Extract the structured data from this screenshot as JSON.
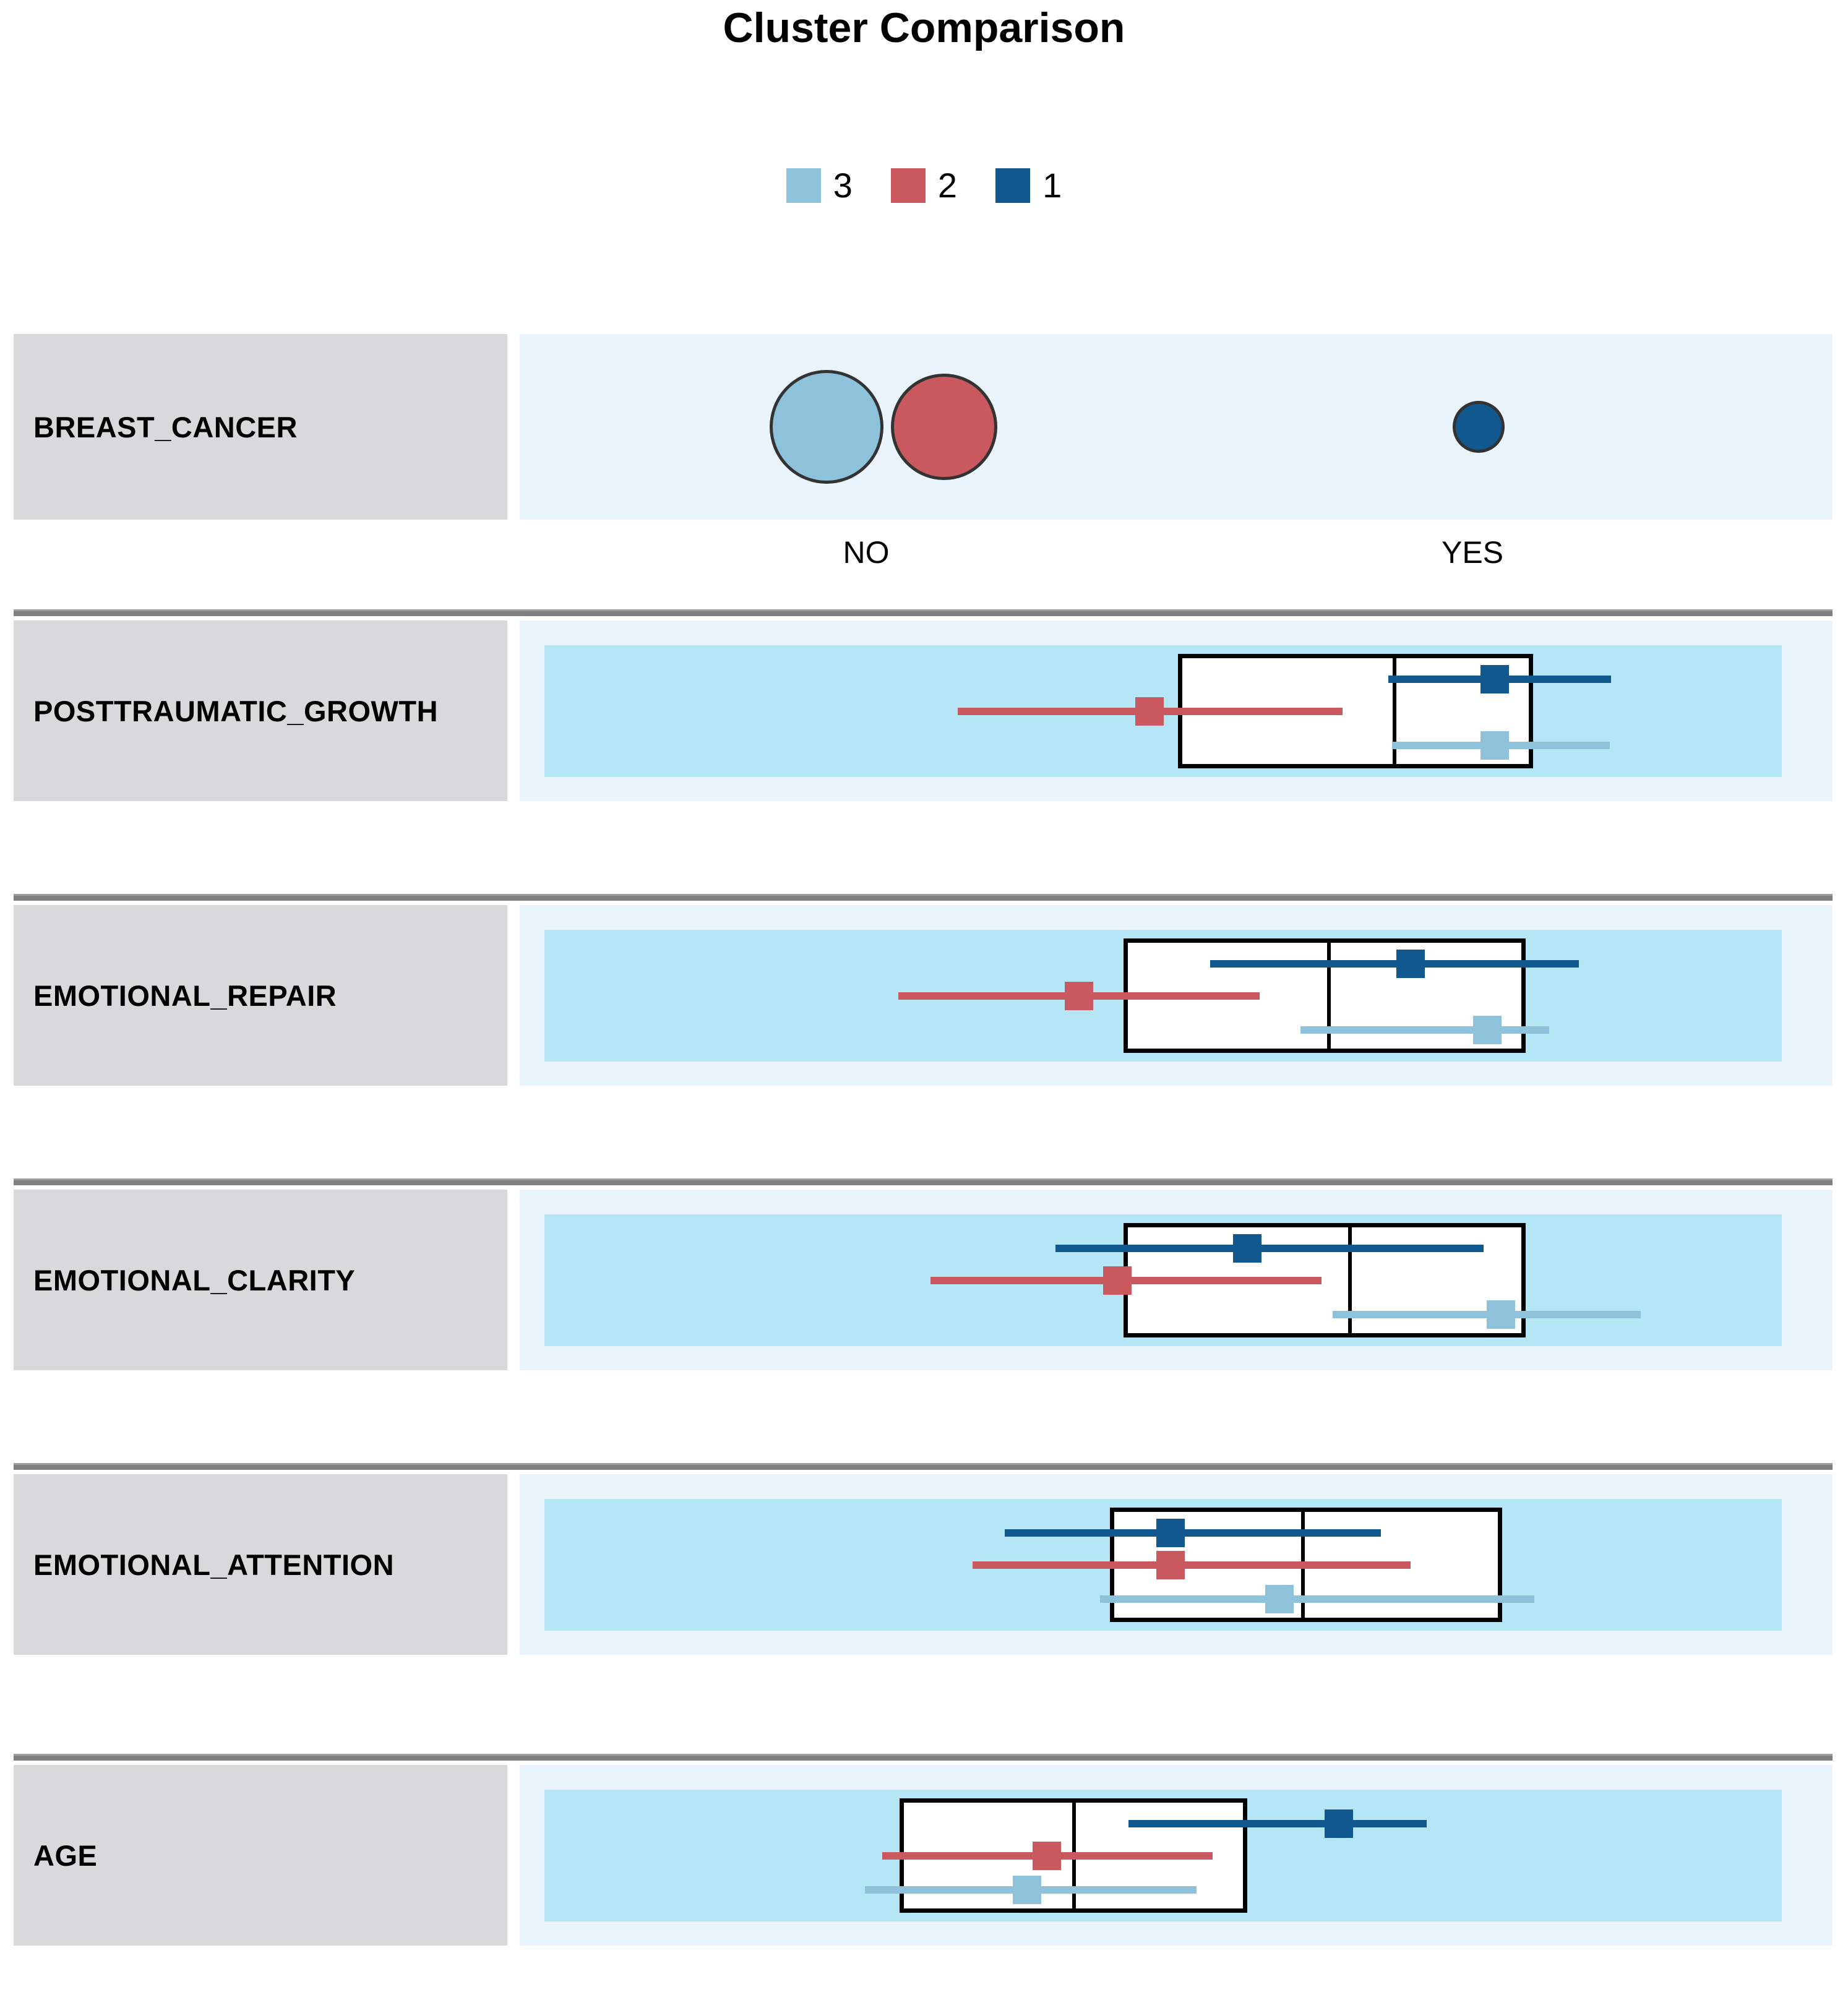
{
  "title": "Cluster Comparison",
  "legend": {
    "position": "top-center",
    "items": [
      {
        "label": "3",
        "color": "#8ec1da"
      },
      {
        "label": "2",
        "color": "#c9595f"
      },
      {
        "label": "1",
        "color": "#11588f"
      }
    ]
  },
  "colors": {
    "cluster_1": "#11588f",
    "cluster_2": "#c9595f",
    "cluster_3": "#8ec1da",
    "label_cell_bg": "#d8d9da",
    "plot_cell_bg": "#eaf4fd",
    "plot_band_bg": "#b5e6f5",
    "separator": "#808080",
    "box_outline": "#000000"
  },
  "chart_data": {
    "type": "table",
    "title": "Cluster Comparison",
    "description": "SPSS-style cluster comparison grid: one row per variable, each showing the overall distribution (white box = interquartile range with median line) overlaid with per-cluster summaries (square = cluster mean/centroid, horizontal line = cluster spread). First row is a categorical variable rendered as proportional circles.",
    "legend_entries": [
      "3",
      "2",
      "1"
    ],
    "rows": [
      {
        "name": "BREAST_CANCER",
        "kind": "categorical",
        "categories": [
          "NO",
          "YES"
        ],
        "category_x_frac": [
          0.26,
          0.75
        ],
        "circles": [
          {
            "cluster": "3",
            "category": "NO",
            "color": "#8ec1da",
            "center_frac": 0.228,
            "radius_px": 92
          },
          {
            "cluster": "2",
            "category": "NO",
            "color": "#c9595f",
            "center_frac": 0.323,
            "radius_px": 86
          },
          {
            "cluster": "1",
            "category": "YES",
            "color": "#11588f",
            "center_frac": 0.755,
            "radius_px": 42
          }
        ]
      },
      {
        "name": "POSTTRAUMATIC_GROWTH",
        "kind": "continuous",
        "box": {
          "q1_frac": 0.512,
          "median_frac": 0.687,
          "q3_frac": 0.799
        },
        "clusters": [
          {
            "cluster": "1",
            "color": "#11588f",
            "mean_frac": 0.768,
            "low_frac": 0.682,
            "high_frac": 0.862,
            "lane": 0
          },
          {
            "cluster": "2",
            "color": "#c9595f",
            "mean_frac": 0.489,
            "low_frac": 0.334,
            "high_frac": 0.645,
            "lane": 1
          },
          {
            "cluster": "3",
            "color": "#8ec1da",
            "mean_frac": 0.768,
            "low_frac": 0.685,
            "high_frac": 0.861,
            "lane": 2
          }
        ]
      },
      {
        "name": "EMOTIONAL_REPAIR",
        "kind": "continuous",
        "box": {
          "q1_frac": 0.468,
          "median_frac": 0.634,
          "q3_frac": 0.793
        },
        "clusters": [
          {
            "cluster": "1",
            "color": "#11588f",
            "mean_frac": 0.7,
            "low_frac": 0.538,
            "high_frac": 0.836,
            "lane": 0
          },
          {
            "cluster": "2",
            "color": "#c9595f",
            "mean_frac": 0.432,
            "low_frac": 0.286,
            "high_frac": 0.578,
            "lane": 1
          },
          {
            "cluster": "3",
            "color": "#8ec1da",
            "mean_frac": 0.762,
            "low_frac": 0.611,
            "high_frac": 0.812,
            "lane": 2
          }
        ]
      },
      {
        "name": "EMOTIONAL_CLARITY",
        "kind": "continuous",
        "box": {
          "q1_frac": 0.468,
          "median_frac": 0.651,
          "q3_frac": 0.793
        },
        "clusters": [
          {
            "cluster": "1",
            "color": "#11588f",
            "mean_frac": 0.568,
            "low_frac": 0.413,
            "high_frac": 0.759,
            "lane": 0
          },
          {
            "cluster": "2",
            "color": "#c9595f",
            "mean_frac": 0.463,
            "low_frac": 0.312,
            "high_frac": 0.628,
            "lane": 1
          },
          {
            "cluster": "3",
            "color": "#8ec1da",
            "mean_frac": 0.773,
            "low_frac": 0.637,
            "high_frac": 0.886,
            "lane": 2
          }
        ]
      },
      {
        "name": "EMOTIONAL_ATTENTION",
        "kind": "continuous",
        "box": {
          "q1_frac": 0.457,
          "median_frac": 0.613,
          "q3_frac": 0.774
        },
        "clusters": [
          {
            "cluster": "1",
            "color": "#11588f",
            "mean_frac": 0.506,
            "low_frac": 0.372,
            "high_frac": 0.676,
            "lane": 0
          },
          {
            "cluster": "2",
            "color": "#c9595f",
            "mean_frac": 0.506,
            "low_frac": 0.346,
            "high_frac": 0.7,
            "lane": 1
          },
          {
            "cluster": "3",
            "color": "#8ec1da",
            "mean_frac": 0.594,
            "low_frac": 0.449,
            "high_frac": 0.8,
            "lane": 2
          }
        ]
      },
      {
        "name": "AGE",
        "kind": "continuous",
        "box": {
          "q1_frac": 0.287,
          "median_frac": 0.428,
          "q3_frac": 0.568
        },
        "clusters": [
          {
            "cluster": "1",
            "color": "#11588f",
            "mean_frac": 0.642,
            "low_frac": 0.472,
            "high_frac": 0.713,
            "lane": 0
          },
          {
            "cluster": "2",
            "color": "#c9595f",
            "mean_frac": 0.406,
            "low_frac": 0.273,
            "high_frac": 0.54,
            "lane": 1
          },
          {
            "cluster": "3",
            "color": "#8ec1da",
            "mean_frac": 0.39,
            "low_frac": 0.259,
            "high_frac": 0.527,
            "lane": 2
          }
        ]
      }
    ]
  }
}
